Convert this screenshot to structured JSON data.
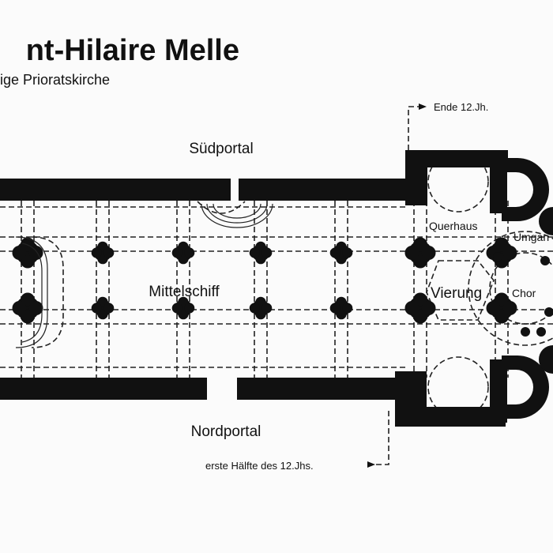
{
  "title": "nt-Hilaire Melle",
  "subtitle": "ige Prioratskirche",
  "labels": {
    "south_portal": "Südportal",
    "north_portal": "Nordportal",
    "nave": "Mittelschiff",
    "transept": "Querhaus",
    "crossing": "Vierung",
    "choir": "Chor",
    "ambulatory": "Umgan"
  },
  "annotations": {
    "late": "Ende 12.Jh.",
    "early": "erste Hälfte des 12.Jhs."
  },
  "colors": {
    "ink": "#111111",
    "paper": "#fbfbfb"
  }
}
